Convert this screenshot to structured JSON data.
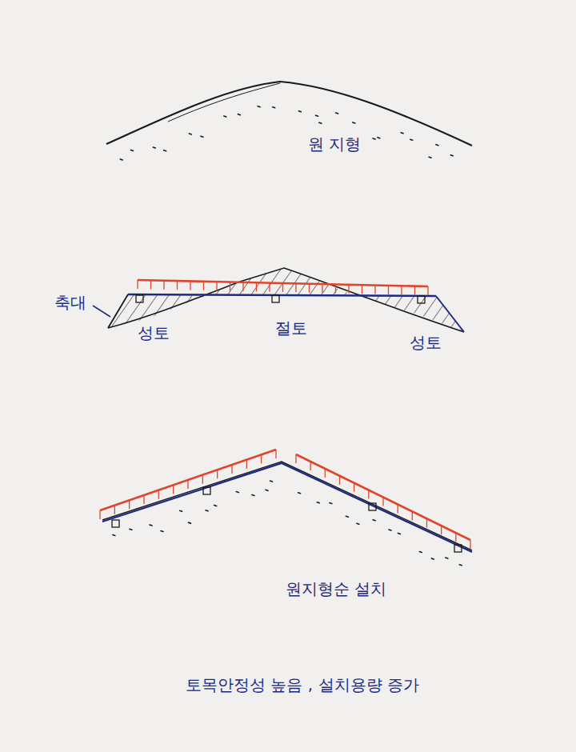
{
  "diagram": {
    "labels": [
      "원 지형",
      "축대",
      "성토",
      "절토",
      "성토",
      "원지형순 설치",
      "토목안정성 높음 , 설치용량 증가"
    ]
  }
}
